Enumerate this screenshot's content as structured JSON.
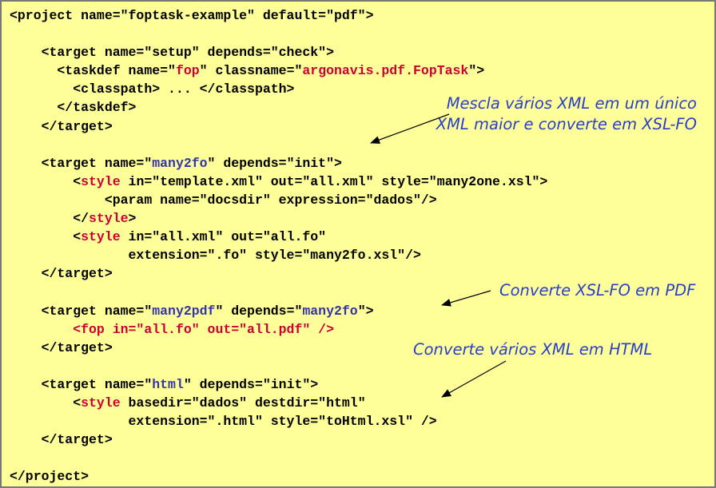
{
  "code": {
    "l01": {
      "a": "<project name=\"foptask-example\" default=\"pdf\">"
    },
    "l02": {},
    "l03": {
      "a": "    <target name=\"setup\" depends=\"check\">"
    },
    "l04": {
      "a": "      <taskdef name=\"",
      "b": "fop",
      "c": "\" classname=\"",
      "d": "argonavis.pdf.FopTask",
      "e": "\">"
    },
    "l05": {
      "a": "        <classpath> ... </classpath>"
    },
    "l06": {
      "a": "      </taskdef>"
    },
    "l07": {
      "a": "    </target>"
    },
    "l08": {},
    "l09": {
      "a": "    <target name=\"",
      "b": "many2fo",
      "c": "\" depends=\"init\">"
    },
    "l10": {
      "a": "        <",
      "b": "style",
      "c": " in=\"template.xml\" out=\"all.xml\" style=\"many2one.xsl\">"
    },
    "l11": {
      "a": "            <param name=\"docsdir\" expression=\"dados\"/>"
    },
    "l12": {
      "a": "        </",
      "b": "style",
      "c": ">"
    },
    "l13": {
      "a": "        <",
      "b": "style",
      "c": " in=\"all.xml\" out=\"all.fo\""
    },
    "l14": {
      "a": "               extension=\".fo\" style=\"many2fo.xsl\"/>"
    },
    "l15": {
      "a": "    </target>"
    },
    "l16": {},
    "l17": {
      "a": "    <target name=\"",
      "b": "many2pdf",
      "c": "\" depends=\"",
      "d": "many2fo",
      "e": "\">"
    },
    "l18": {
      "a": "        ",
      "b": "<fop in=\"all.fo\" out=\"all.pdf\" />"
    },
    "l19": {
      "a": "    </target>"
    },
    "l20": {},
    "l21": {
      "a": "    <target name=\"",
      "b": "html",
      "c": "\" depends=\"init\">"
    },
    "l22": {
      "a": "        <",
      "b": "style",
      "c": " basedir=\"dados\" destdir=\"html\""
    },
    "l23": {
      "a": "               extension=\".html\" style=\"toHtml.xsl\" />"
    },
    "l24": {
      "a": "    </target>"
    },
    "l25": {},
    "l26": {
      "a": "</project>"
    }
  },
  "annotations": {
    "mescla_line1": "Mescla vários XML em um único",
    "mescla_line2": "XML maior e converte em XSL-FO",
    "xslfo_pdf": "Converte XSL-FO em PDF",
    "xml_html": "Converte vários XML em HTML"
  },
  "colors": {
    "background": "#ffff99",
    "keyword_red": "#cc0033",
    "name_blue": "#3333aa",
    "annotation_blue": "#2a3fc8"
  }
}
